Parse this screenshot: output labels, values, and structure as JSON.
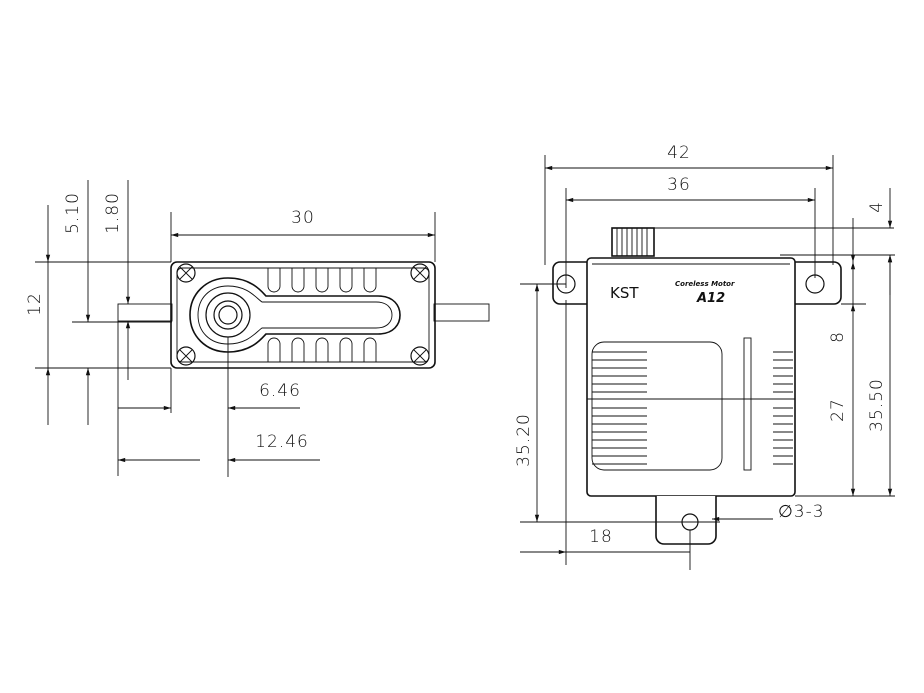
{
  "top_view": {
    "width": "30",
    "height": "12",
    "offset_a": "5.10",
    "offset_b": "1.80",
    "shaft_offset": "6.46",
    "shaft_offset_total": "12.46"
  },
  "front_view": {
    "total_width": "42",
    "mount_width": "36",
    "top_gear": "4",
    "mount_height": "8",
    "body_lower": "27",
    "total_height": "35.50",
    "left_height": "35.20",
    "bottom_offset": "18",
    "hole_spec": "∅3-3"
  },
  "label": {
    "brand": "KST",
    "line1": "Coreless Motor",
    "model": "A12"
  }
}
